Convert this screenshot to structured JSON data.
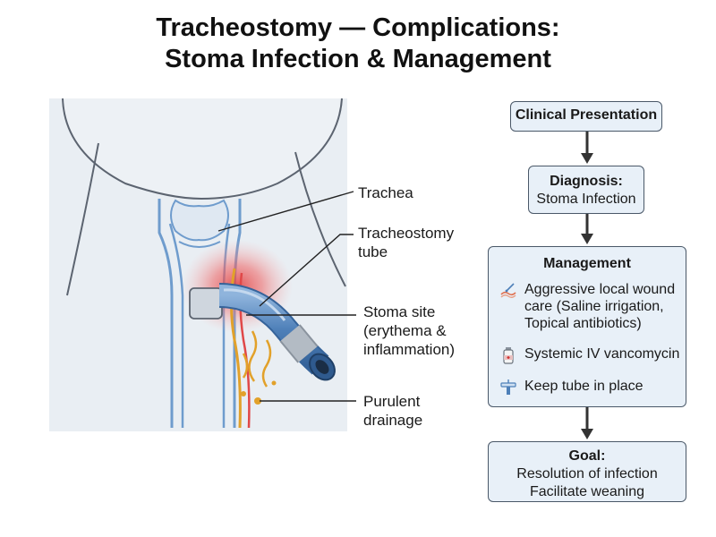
{
  "title": {
    "line1": "Tracheostomy — Complications:",
    "line2": "Stoma Infection & Management"
  },
  "labels": {
    "trachea": "Trachea",
    "tube": [
      "Tracheostomy",
      "tube"
    ],
    "stoma": [
      "Stoma site",
      "(erythema &",
      "inflammation)"
    ],
    "drainage": [
      "Purulent",
      "drainage"
    ]
  },
  "flow": {
    "presentation": "Clinical Presentation",
    "diagnosis": {
      "head": "Diagnosis:",
      "text": "Stoma Infection"
    },
    "management": {
      "head": "Management",
      "items": [
        {
          "icon": "wound-care-icon",
          "lines": [
            "Aggressive local wound",
            "care (Saline irrigation,",
            "Topical antibiotics)"
          ]
        },
        {
          "icon": "iv-vial-icon",
          "lines": [
            "Systemic IV vancomycin"
          ]
        },
        {
          "icon": "tube-holder-icon",
          "lines": [
            "Keep tube in place"
          ]
        }
      ]
    },
    "goal": {
      "head": "Goal:",
      "lines": [
        "Resolution of infection",
        "Facilitate weaning"
      ]
    }
  },
  "colors": {
    "skin_fill": "#e9eef3",
    "trachea_blue": "#6f9ccd",
    "tube_blue": "#4d7fb8",
    "inflammation_red": "#e03a3a",
    "pus_yellow": "#e2a12a",
    "box_fill": "#e8f0f8",
    "box_border": "#4a5868"
  }
}
